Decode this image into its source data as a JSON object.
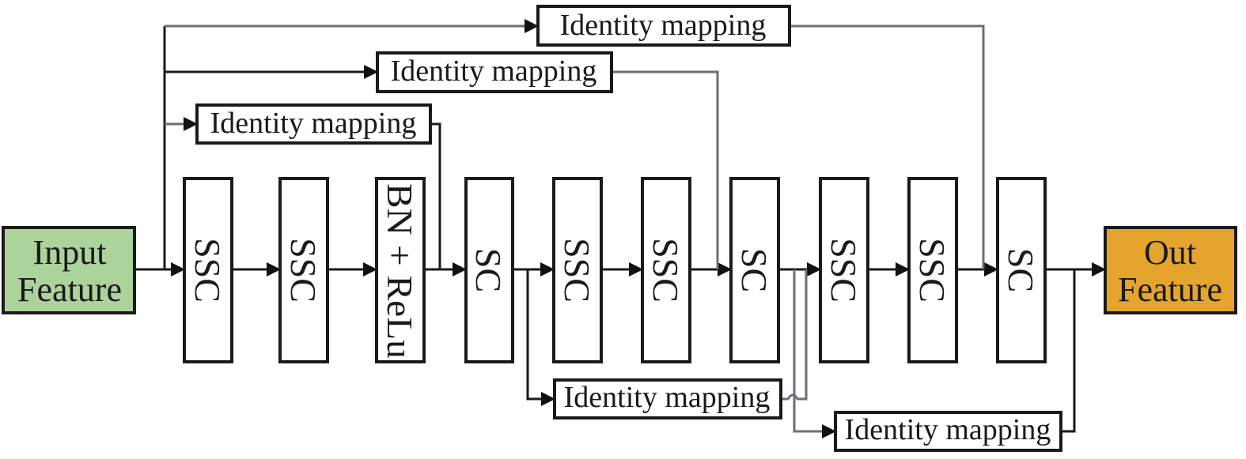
{
  "diagram": {
    "input": {
      "line1": "Input",
      "line2": "Feature",
      "color": "#acd39c"
    },
    "output": {
      "line1": "Out",
      "line2": "Feature",
      "color": "#e5a52c"
    },
    "blocks": [
      {
        "id": "b1",
        "label": "SSC"
      },
      {
        "id": "b2",
        "label": "SSC"
      },
      {
        "id": "b3",
        "label": "BN + ReLu"
      },
      {
        "id": "b4",
        "label": "SC"
      },
      {
        "id": "b5",
        "label": "SSC"
      },
      {
        "id": "b6",
        "label": "SSC"
      },
      {
        "id": "b7",
        "label": "SC"
      },
      {
        "id": "b8",
        "label": "SSC"
      },
      {
        "id": "b9",
        "label": "SSC"
      },
      {
        "id": "b10",
        "label": "SC"
      }
    ],
    "skips": [
      {
        "label": "Identity mapping",
        "from": "input",
        "to": "b4"
      },
      {
        "label": "Identity mapping",
        "from": "input",
        "to": "b7"
      },
      {
        "label": "Identity mapping",
        "from": "input",
        "to": "b10"
      },
      {
        "label": "Identity mapping",
        "from": "b4",
        "to": "b8"
      },
      {
        "label": "Identity mapping",
        "from": "b7",
        "to": "output"
      }
    ]
  }
}
